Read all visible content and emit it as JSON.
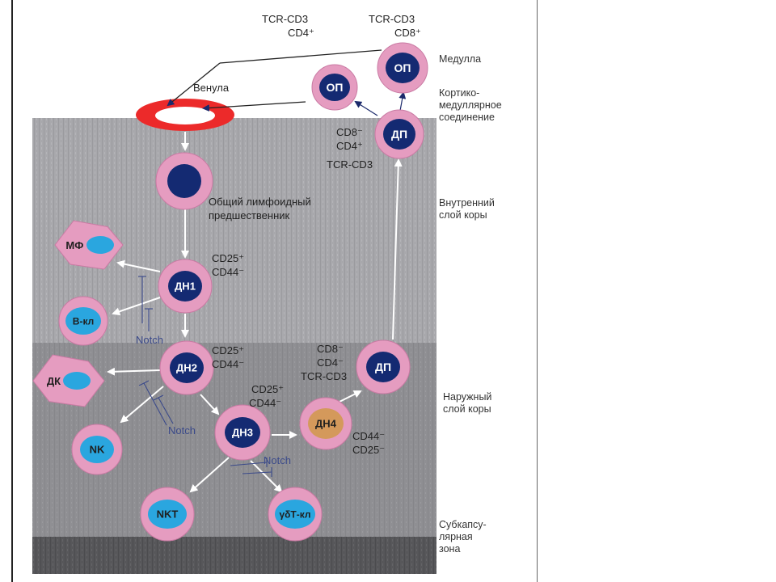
{
  "labels": {
    "tcr_cd3_cd4": "TCR-CD3",
    "cd4_plus": "CD4⁺",
    "tcr_cd3_cd8": "TCR-CD3",
    "cd8_plus": "CD8⁺",
    "venula": "Венула",
    "progenitor_1": "Общий лимфоидный",
    "progenitor_2": "предшественник",
    "dn1_markers_1": "CD25⁺",
    "dn1_markers_2": "CD44⁻",
    "dn2_markers_1": "CD25⁺",
    "dn2_markers_2": "CD44⁻",
    "dn3_markers_1": "CD25⁺",
    "dn3_markers_2": "CD44⁻",
    "dn4_markers_1": "CD44⁻",
    "dn4_markers_2": "CD25⁻",
    "dp_upper_1": "CD8⁻",
    "dp_upper_2": "CD4⁺",
    "dp_upper_3": "TCR-CD3",
    "dp_lower_1": "CD8⁻",
    "dp_lower_2": "CD4⁻",
    "dp_lower_3": "TCR-CD3"
  },
  "zones": {
    "medulla": "Медулла",
    "junction": "Кортико-\nмедуллярное\nсоединение",
    "inner_cortex": "Внутренний\nслой коры",
    "outer_cortex": "Наружный\nслой коры",
    "subcapsular": "Субкапсу-\nлярная\nзона"
  },
  "cells": {
    "op_cd4": "ОП",
    "op_cd8": "ОП",
    "dp_upper": "ДП",
    "dn1": "ДН1",
    "dn2": "ДН2",
    "dn3": "ДН3",
    "dn4": "ДН4",
    "dp_lower": "ДП",
    "mf": "МФ",
    "b": "В-кл",
    "dc": "ДК",
    "nk": "NK",
    "nkt": "NKT",
    "gdt": "γδТ-кл"
  },
  "notch": {
    "n1": "Notch",
    "n2": "Notch",
    "n3": "Notch"
  },
  "colors": {
    "cell_ring": "#e59cc0",
    "nucleus": "#142a72",
    "cyan_nucleus": "#2aa6df",
    "dn4_nucleus": "#d4995b",
    "venule": "#ec2a2a",
    "inner_cortex_bg": "#a6a6aa",
    "outer_cortex_bg": "#8f8f93",
    "subcapsular_bg": "#57575a"
  }
}
